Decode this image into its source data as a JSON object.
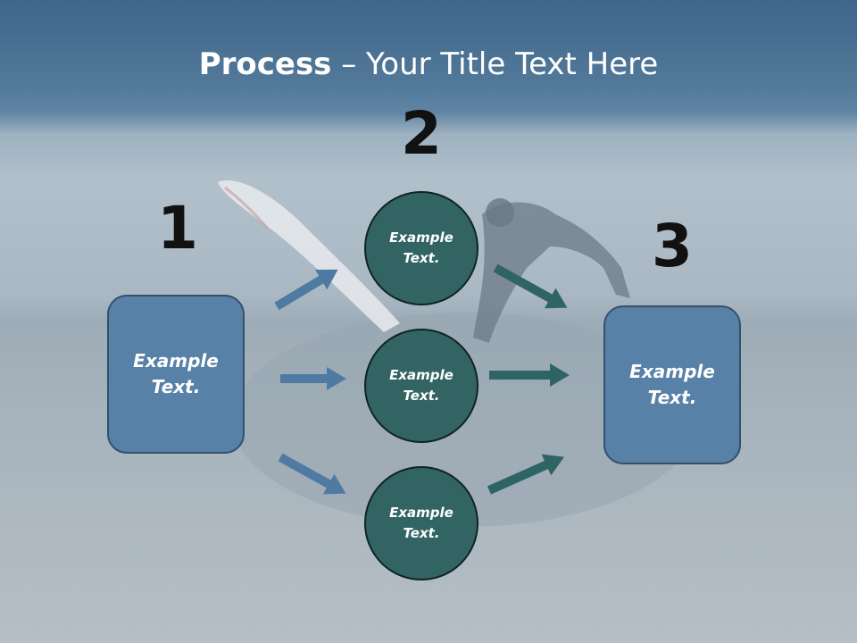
{
  "slide": {
    "title_bold": "Process",
    "title_rest": " – Your Title Text Here"
  },
  "steps": {
    "one": "1",
    "two": "2",
    "three": "3"
  },
  "nodes": {
    "left_box": "Example Text.",
    "circle_top": "Example Text.",
    "circle_middle": "Example Text.",
    "circle_bottom": "Example Text.",
    "right_box": "Example Text."
  },
  "colors": {
    "box_fill": "#5781a7",
    "circle_fill": "#326464",
    "arrow_blue": "#4f7ba3",
    "arrow_teal": "#2f6464"
  }
}
